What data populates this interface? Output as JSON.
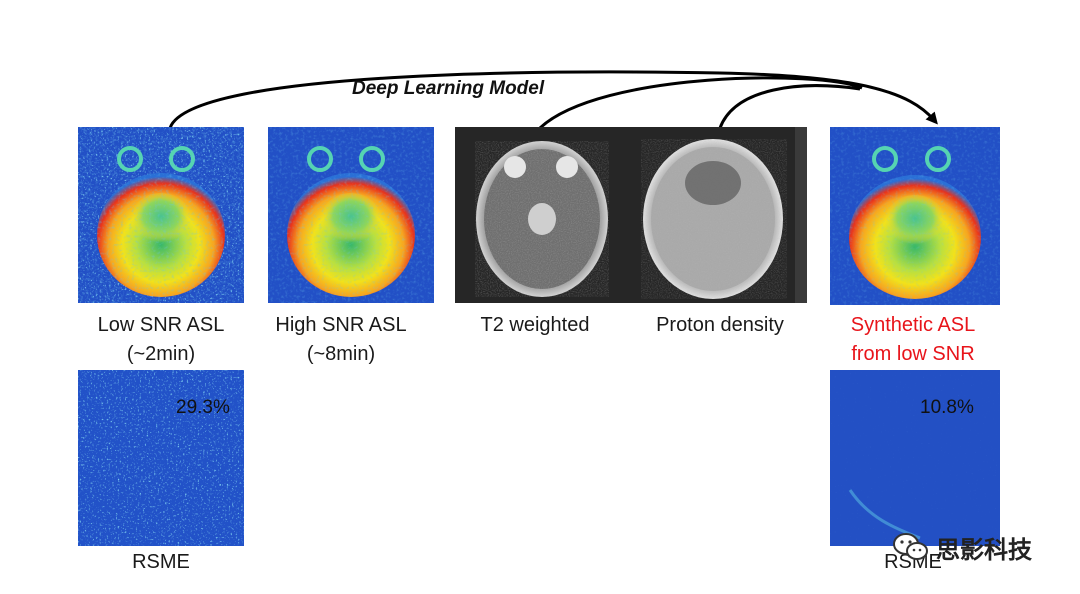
{
  "model_title": "Deep Learning Model",
  "panels": {
    "low_snr": {
      "caption_line1": "Low SNR ASL",
      "caption_line2": "(~2min)"
    },
    "high_snr": {
      "caption_line1": "High SNR ASL",
      "caption_line2": "(~8min)"
    },
    "t2": {
      "caption": "T2 weighted"
    },
    "proton": {
      "caption": "Proton density"
    },
    "synthetic": {
      "caption_line1": "Synthetic ASL",
      "caption_line2": "from low SNR"
    }
  },
  "error_maps": {
    "low": {
      "percent": "29.3%",
      "label": "RSME"
    },
    "synthetic": {
      "percent": "10.8%",
      "label": "RSME"
    }
  },
  "watermark": {
    "text": "思影科技",
    "icon": "wechat-icon"
  },
  "colors": {
    "synthetic_caption": "#e8141a",
    "arrow": "#000000"
  }
}
